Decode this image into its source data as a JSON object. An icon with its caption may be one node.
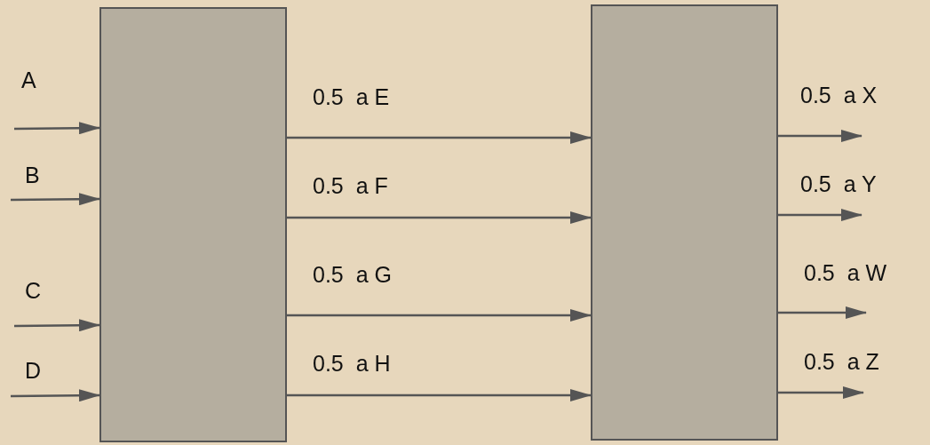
{
  "diagram": {
    "nodes": [
      {
        "text": [],
        "shape": "box"
      },
      {
        "text": [],
        "shape": "box"
      }
    ],
    "edges": [
      {
        "from": null,
        "to": 0,
        "arrow": "to",
        "label": "A"
      },
      {
        "from": null,
        "to": 0,
        "arrow": "to",
        "label": "B"
      },
      {
        "from": null,
        "to": 0,
        "arrow": "to",
        "label": "C"
      },
      {
        "from": null,
        "to": 0,
        "arrow": "to",
        "label": "D"
      },
      {
        "from": 0,
        "to": 1,
        "arrow": "to",
        "label": "0.5  a E"
      },
      {
        "from": 0,
        "to": 1,
        "arrow": "to",
        "label": "0.5  a F"
      },
      {
        "from": 0,
        "to": 1,
        "arrow": "to",
        "label": "0.5  a G"
      },
      {
        "from": 0,
        "to": 1,
        "arrow": "to",
        "label": "0.5  a H"
      },
      {
        "from": 1,
        "to": null,
        "arrow": "to",
        "label": "0.5  a X"
      },
      {
        "from": 1,
        "to": null,
        "arrow": "to",
        "label": "0.5  a Y"
      },
      {
        "from": 1,
        "to": null,
        "arrow": "to",
        "label": "0.5  a W"
      },
      {
        "from": 1,
        "to": null,
        "arrow": "to",
        "label": "0.5  a Z"
      }
    ]
  }
}
